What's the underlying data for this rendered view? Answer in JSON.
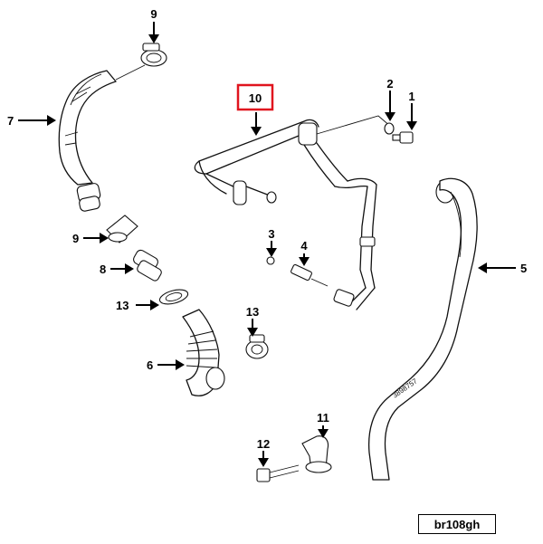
{
  "diagram": {
    "highlighted_callout": "10",
    "highlight_color": "#e0141e",
    "reference_code": "br108gh",
    "stamped_part_number": "3898757"
  },
  "callouts": [
    {
      "id": "c9a",
      "number": "9"
    },
    {
      "id": "c10",
      "number": "10"
    },
    {
      "id": "c2",
      "number": "2"
    },
    {
      "id": "c1",
      "number": "1"
    },
    {
      "id": "c7",
      "number": "7"
    },
    {
      "id": "c9b",
      "number": "9"
    },
    {
      "id": "c3",
      "number": "3"
    },
    {
      "id": "c4",
      "number": "4"
    },
    {
      "id": "c5",
      "number": "5"
    },
    {
      "id": "c8",
      "number": "8"
    },
    {
      "id": "c13a",
      "number": "13"
    },
    {
      "id": "c13b",
      "number": "13"
    },
    {
      "id": "c6",
      "number": "6"
    },
    {
      "id": "c11",
      "number": "11"
    },
    {
      "id": "c12",
      "number": "12"
    }
  ]
}
